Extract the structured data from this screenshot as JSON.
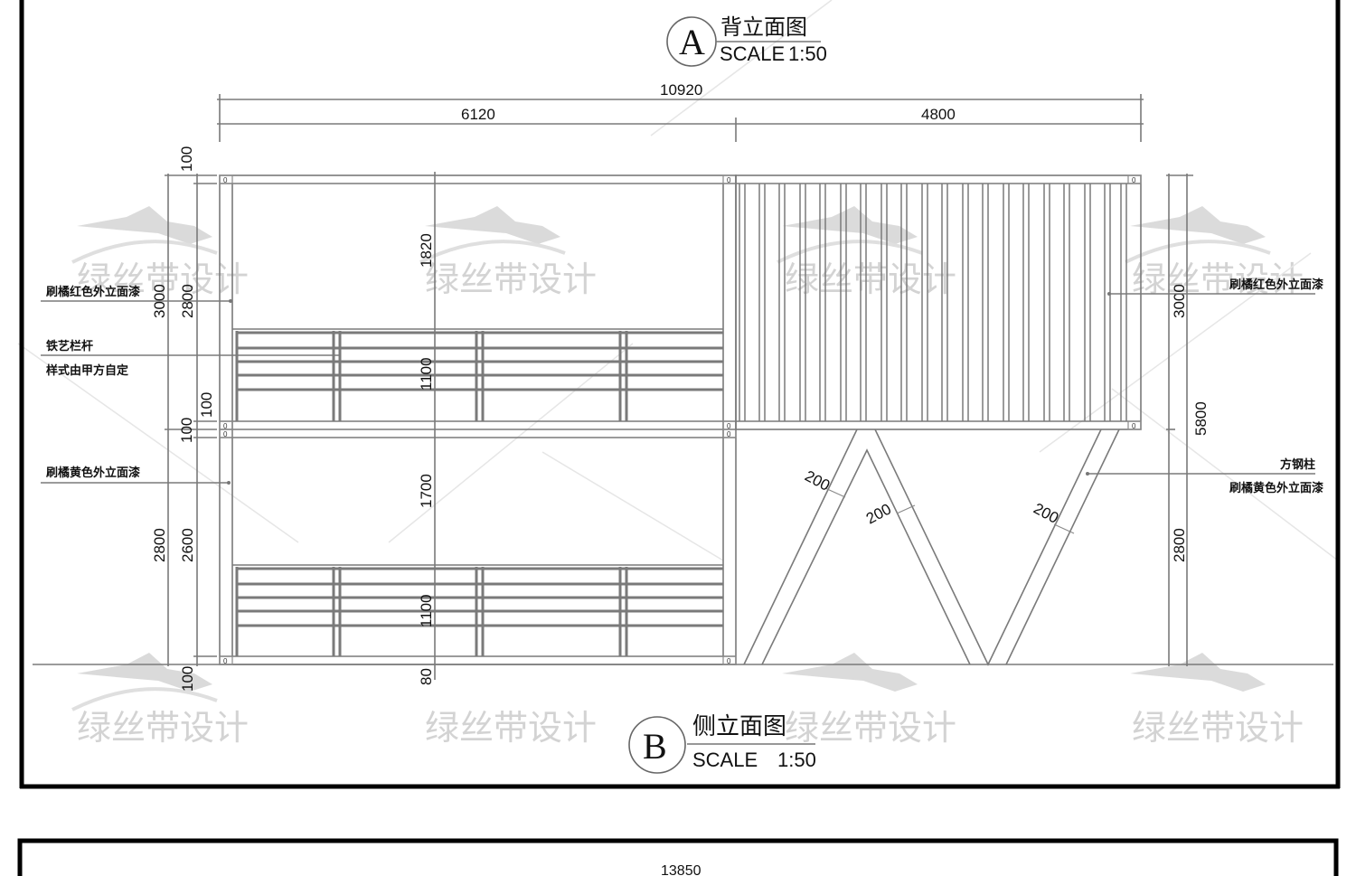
{
  "view_a": {
    "letter": "A",
    "title": "背立面图",
    "scale_label": "SCALE",
    "scale_value": "1:50"
  },
  "view_b": {
    "letter": "B",
    "title": "侧立面图",
    "scale_label": "SCALE",
    "scale_value": "1:50"
  },
  "dimensions": {
    "overall_width": "10920",
    "left_width": "6120",
    "right_width": "4800",
    "left_3000": "3000",
    "left_2800_top": "2800",
    "left_100_top": "100",
    "left_100_mid_a": "100",
    "left_100_mid_b": "100",
    "left_2800_bottom": "2800",
    "left_2600": "2600",
    "left_100_bottom": "100",
    "upper_panel": "1820",
    "upper_rail": "1100",
    "lower_panel": "1700",
    "lower_rail": "1100",
    "base_80": "80",
    "right_3000": "3000",
    "right_5800": "5800",
    "right_2800": "2800",
    "brace_a": "200",
    "brace_b": "200",
    "brace_c": "200",
    "next_sheet_width": "13850",
    "node_mark": "0"
  },
  "notes": {
    "left_red_paint": "刷橘红色外立面漆",
    "railing_line1": "铁艺栏杆",
    "railing_line2": "样式由甲方自定",
    "left_yellow_paint": "刷橘黄色外立面漆",
    "right_red_paint": "刷橘红色外立面漆",
    "steel_column": "方钢柱",
    "right_yellow_paint": "刷橘黄色外立面漆"
  },
  "watermark": {
    "text": "绿丝带设计"
  }
}
